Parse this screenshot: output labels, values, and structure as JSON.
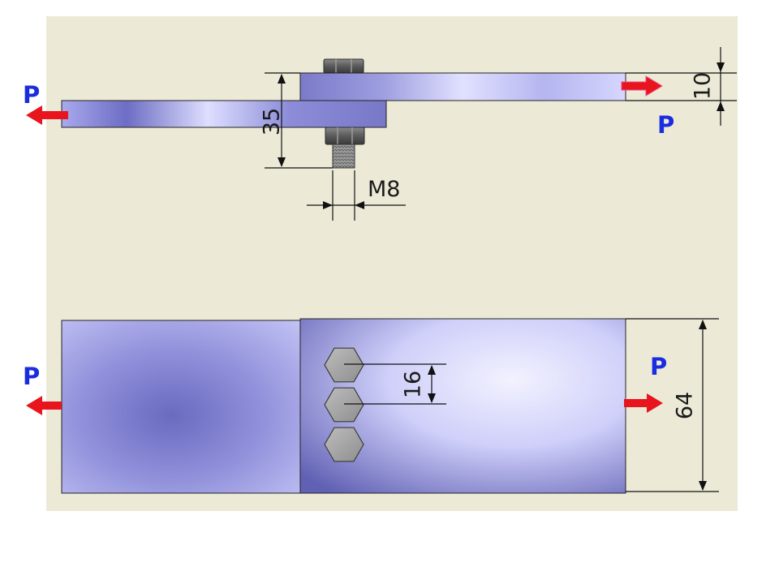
{
  "colors": {
    "page_background": "#ffffff",
    "drawing_background": "#ecead7",
    "plate_light": "#dcdcff",
    "plate_dark": "#6c6cbf",
    "bolt_gray": "#a4a4a4",
    "arrow_red": "#e8141e",
    "load_label_blue": "#1a2ce0"
  },
  "load": {
    "symbol": "P"
  },
  "dimensions": {
    "plate_thickness": "10",
    "joint_height": "35",
    "bolt_thread": "M8",
    "bolt_pitch": "16",
    "plate_width": "64"
  },
  "icons": {
    "force_arrow": "arrow-icon",
    "bolt_head": "hex-bolt-icon"
  },
  "views": {
    "side_view": {
      "bolts_visible": 1
    },
    "top_view": {
      "bolt_count": 3
    }
  }
}
